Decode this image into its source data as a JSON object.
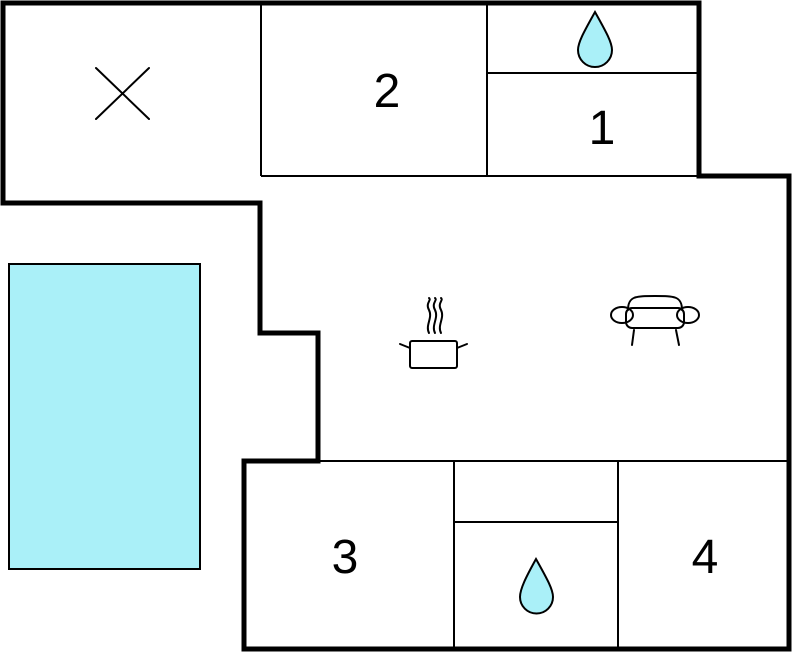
{
  "colors": {
    "wall": "#000000",
    "pool": "#aaf0f8",
    "water_drop": "#aaf0f8",
    "background": "#ffffff"
  },
  "rooms": {
    "room_1": {
      "label": "1"
    },
    "room_2": {
      "label": "2"
    },
    "room_3": {
      "label": "3"
    },
    "room_4": {
      "label": "4"
    }
  },
  "icons": {
    "open_area": "x-icon",
    "bathroom_top": "water-drop-icon",
    "bathroom_bottom": "water-drop-icon",
    "kitchen": "cooking-pot-icon",
    "living": "sofa-icon",
    "pool": "swimming-pool"
  }
}
